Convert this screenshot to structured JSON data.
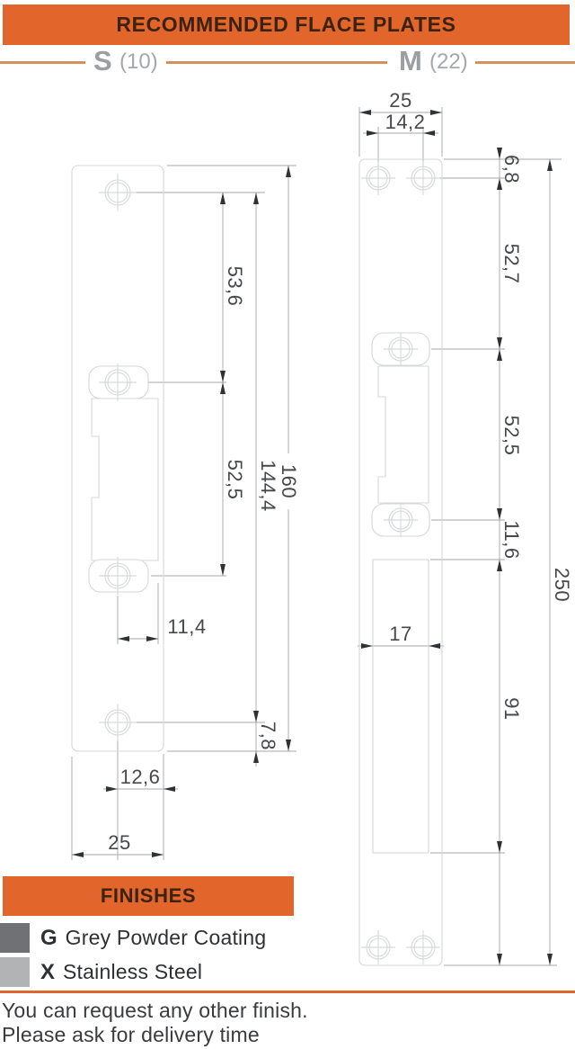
{
  "header": {
    "title": "RECOMMENDED FLACE PLATES"
  },
  "variants": {
    "s": {
      "name": "S",
      "qty": "(10)"
    },
    "m": {
      "name": "M",
      "qty": "(22)"
    }
  },
  "plate_s": {
    "dims": {
      "hole_gap_top": "53,6",
      "hole_gap_mid": "52,5",
      "holes_span": "144,4",
      "height": "160",
      "cut_offset": "11,4",
      "hole_bottom_offset": "7,8",
      "hole_to_edge": "12,6",
      "width": "25"
    }
  },
  "plate_m": {
    "dims": {
      "width": "25",
      "hole_gap_x": "14,2",
      "top_offset": "6,8",
      "gap_top": "52,7",
      "gap_mid": "52,5",
      "gap_cut": "11,6",
      "height": "250",
      "cut_width": "17",
      "cut_height": "91"
    }
  },
  "finishes": {
    "title": "FINISHES",
    "items": [
      {
        "code": "G",
        "label": "Grey Powder Coating",
        "color": "#6F7174"
      },
      {
        "code": "X",
        "label": "Stainless Steel",
        "color": "#B1B3B5"
      }
    ]
  },
  "footer": {
    "line1": "You can request any other finish.",
    "line2": "Please ask for delivery time"
  },
  "colors": {
    "accent": "#E2662B",
    "rule": "#D69059",
    "divider": "#E0672C"
  }
}
